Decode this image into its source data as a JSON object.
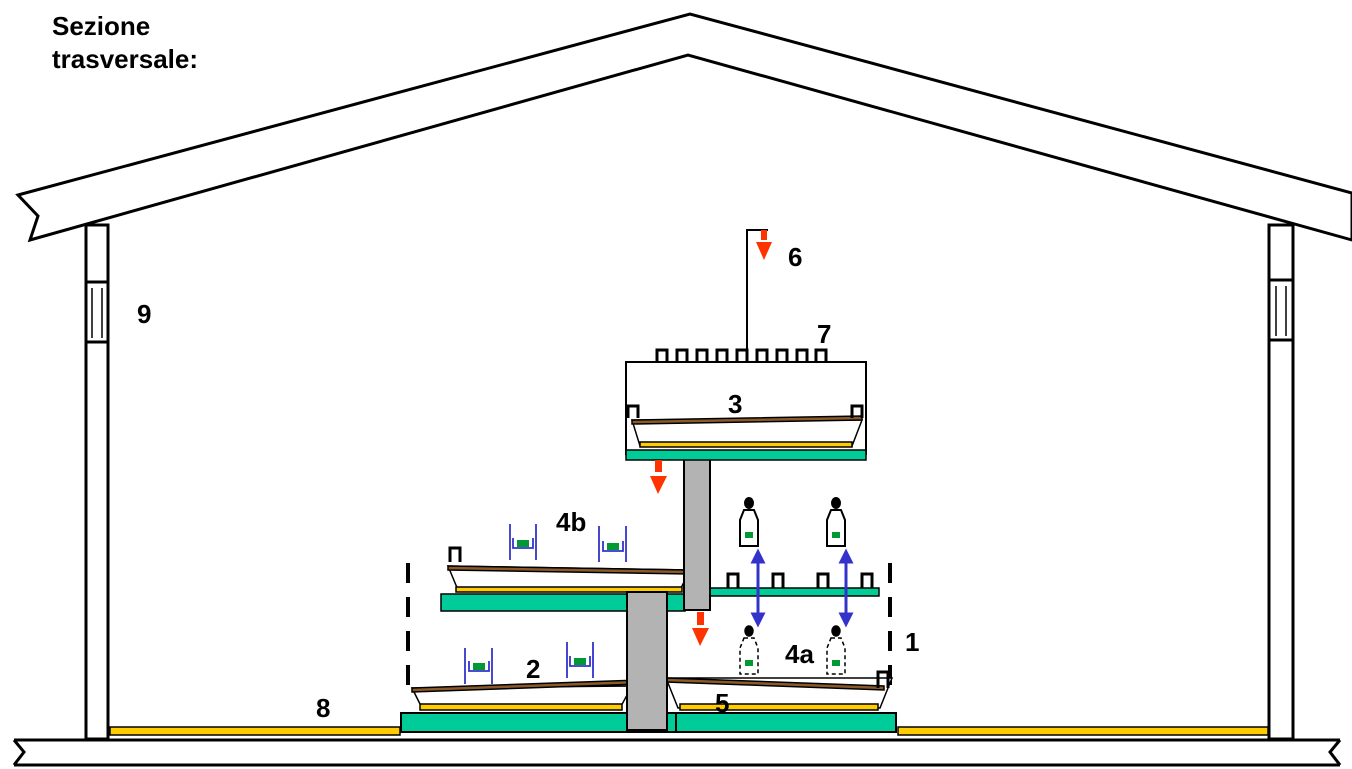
{
  "title": "Sezione\ntrasversale:",
  "labels": {
    "l1": "1",
    "l2": "2",
    "l3": "3",
    "l4a": "4a",
    "l4b": "4b",
    "l5": "5",
    "l6": "6",
    "l7": "7",
    "l8": "8",
    "l9": "9"
  },
  "colors": {
    "line": "#000000",
    "green": "#00cc99",
    "yellow": "#ffcc00",
    "brown": "#8b5a2b",
    "grey": "#b3b3b3",
    "red": "#ff3300",
    "blue": "#3333cc",
    "feed": "#009933"
  }
}
